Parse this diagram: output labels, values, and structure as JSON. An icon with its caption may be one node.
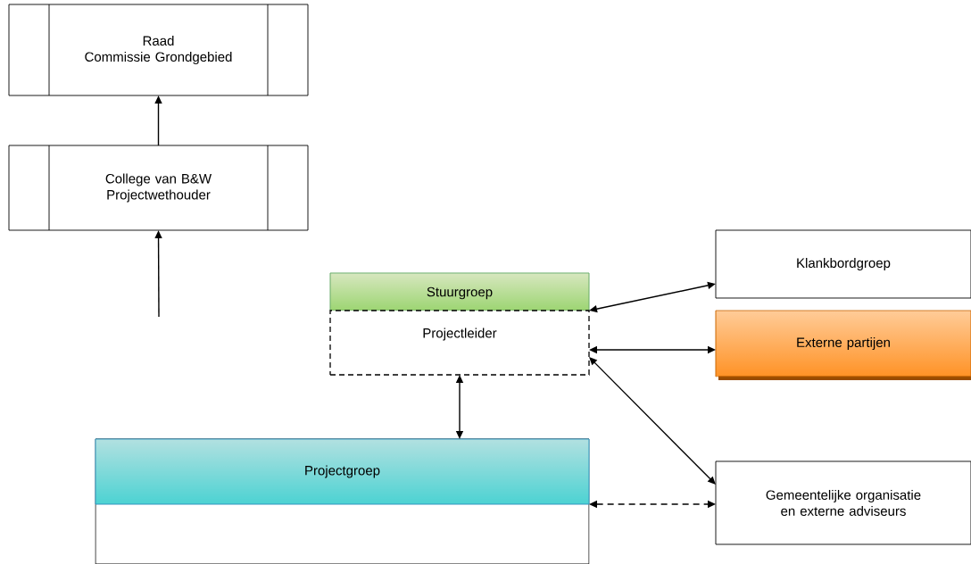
{
  "diagram": {
    "nodes": [
      {
        "text": [
          "Raad",
          "Commissie Grondgebied"
        ]
      },
      {
        "text": [
          "College van B&W",
          "Projectwethouder"
        ]
      },
      {
        "text": [
          "Stuurgroep"
        ]
      },
      {
        "text": [
          "Projectleider"
        ]
      },
      {
        "text": [
          "Klankbordgroep"
        ]
      },
      {
        "text": [
          "Externe partijen"
        ]
      },
      {
        "text": [
          "Projectgroep"
        ]
      },
      {
        "text": [
          "Gemeentelijke organisatie en externe adviseurs"
        ]
      }
    ],
    "edges": [
      {
        "from": 1,
        "to": 0,
        "arrow": "to"
      },
      {
        "from": null,
        "to": 1,
        "arrow": "to"
      },
      {
        "from": 3,
        "to": 6,
        "arrow": "both"
      },
      {
        "from": 2,
        "to": 4,
        "arrow": "both"
      },
      {
        "from": 3,
        "to": 5,
        "arrow": "both"
      },
      {
        "from": 3,
        "to": 7,
        "arrow": "both"
      },
      {
        "from": 6,
        "to": 7,
        "arrow": "both",
        "style": "dashed"
      }
    ]
  }
}
